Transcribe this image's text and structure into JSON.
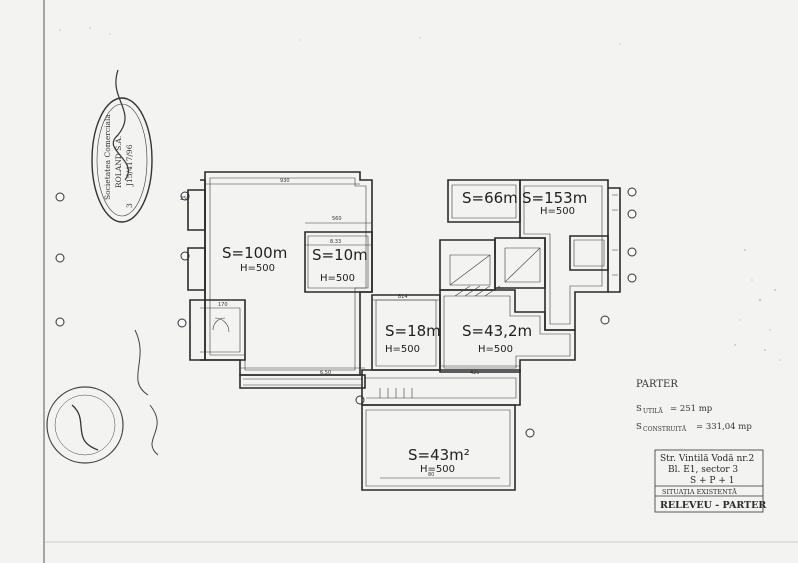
{
  "stamp": {
    "line1": "Societatea Comerciala",
    "line2": "ROLAND S.A.",
    "line3": "J15/417/96",
    "line4": "3"
  },
  "rooms": {
    "room_a": {
      "area": "S=100m",
      "height": "H=500"
    },
    "room_b": {
      "area": "S=10m",
      "height": "H=500"
    },
    "room_c": {
      "area": "S=66m",
      "height": ""
    },
    "room_d": {
      "area": "S=153m",
      "height": "H=500"
    },
    "room_e": {
      "area": "S=18m",
      "height": "H=500"
    },
    "room_f": {
      "area": "S=43,2m",
      "height": "H=500"
    },
    "room_g": {
      "area": "S=43m²",
      "height": "H=500"
    }
  },
  "dimensions": {
    "top_930": "930",
    "d_560": "560",
    "d_833": "8.33",
    "d_814": "814",
    "d_650": "6.50",
    "d_425": "425",
    "d_250": "250",
    "d_080": "80",
    "d_170": "170"
  },
  "legend": {
    "title": "PARTER",
    "s_utila_label": "S",
    "s_utila_sub": "UTILĂ",
    "s_utila_value": "= 251 mp",
    "s_constr_label": "S",
    "s_constr_sub": "CONSTRUITĂ",
    "s_constr_value": "= 331,04 mp"
  },
  "title_block": {
    "address": "Str. Vintilă Vodă nr.2",
    "block": "Bl. E1, sector 3",
    "levels": "S + P + 1",
    "status": "SITUAȚIA EXISTENTĂ",
    "drawing": "RELEVEU - PARTER"
  }
}
